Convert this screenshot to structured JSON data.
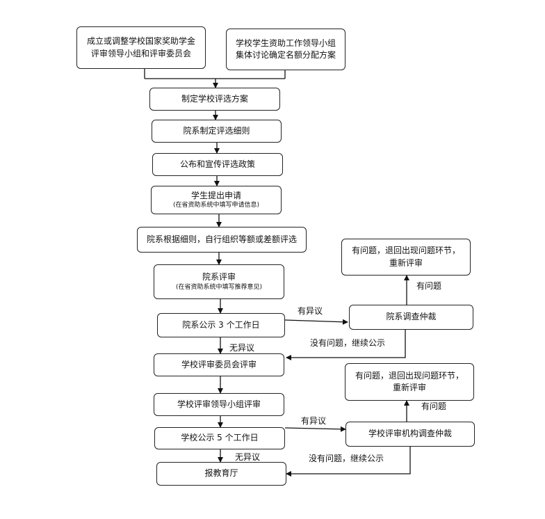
{
  "nodes": {
    "top_left": {
      "line1": "成立或调整学校国家奖助学金",
      "line2": "评审领导小组和评审委员会"
    },
    "top_right": {
      "line1": "学校学生资助工作领导小组",
      "line2": "集体讨论确定名额分配方案"
    },
    "plan": "制定学校评选方案",
    "rules": "院系制定评选细则",
    "publicize": "公布和宣传评选政策",
    "apply": {
      "main": "学生提出申请",
      "sub": "(在省资助系统中填写申请信息)"
    },
    "select": "院系根据细则，自行组织等额或差额评选",
    "dept_review": {
      "main": "院系评审",
      "sub": "(在省资助系统中填写推荐意见)"
    },
    "dept_notice": "院系公示 3 个工作日",
    "committee": "学校评审委员会评审",
    "leader_group": "学校评审领导小组评审",
    "school_notice": "学校公示 5 个工作日",
    "report": "报教育厅",
    "dept_arbitration": "院系调查仲裁",
    "dept_problem": {
      "line1": "有问题，退回出现问题环节，",
      "line2": "重新评审"
    },
    "school_arbitration": "学校评审机构调查仲裁",
    "school_problem": {
      "line1": "有问题，退回出现问题环节，",
      "line2": "重新评审"
    }
  },
  "labels": {
    "objection_1": "有异议",
    "has_problem_1": "有问题",
    "no_problem_continue_1": "没有问题，继续公示",
    "no_objection_1": "无异议",
    "has_problem_2": "有问题",
    "objection_2": "有异议",
    "no_problem_continue_2": "没有问题，继续公示",
    "no_objection_2": "无异议"
  }
}
